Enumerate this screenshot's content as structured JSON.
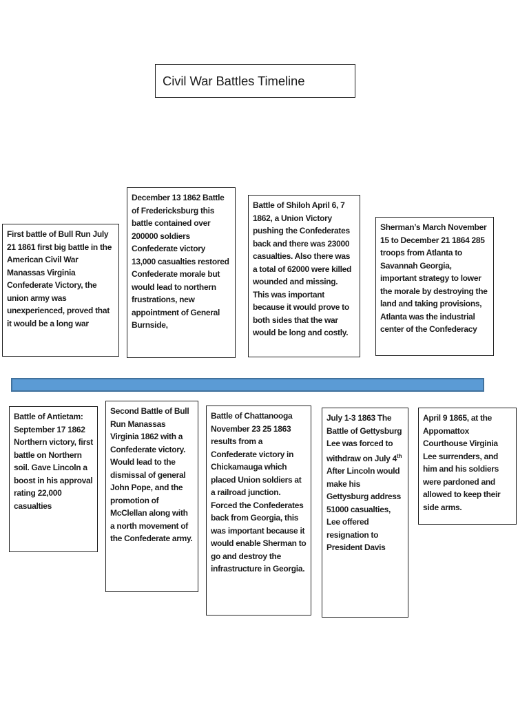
{
  "title_box": {
    "text": "Civil War Battles Timeline"
  },
  "timeline": {
    "bar_color": "#5b9bd5",
    "bar_border_color": "#41719c"
  },
  "colors": {
    "box_border": "#1f1f1f",
    "text": "#1c1c1c",
    "page_background": "#ffffff"
  },
  "events_above": [
    {
      "id": "first-bull-run",
      "text": "First battle of Bull Run July 21 1861 first big battle in the American Civil War Manassas Virginia Confederate Victory, the union army was unexperienced, proved that it would be a long war"
    },
    {
      "id": "fredericksburg",
      "text": "December 13 1862 Battle of Fredericksburg this battle contained over 200000 soldiers Confederate victory 13,000 casualties restored Confederate morale but would lead to northern frustrations, new appointment of General Burnside,"
    },
    {
      "id": "shiloh",
      "text": "Battle of Shiloh April 6, 7 1862, a Union Victory pushing the Confederates back and there was 23000 casualties. Also there was a total of 62000 were killed wounded and missing. This was important because it would prove to both sides that the war would be long and costly."
    },
    {
      "id": "shermans-march",
      "text": "Sherman’s March November 15 to December 21 1864 285 troops from Atlanta to Savannah Georgia, important strategy to lower the morale by destroying the land and taking provisions, Atlanta was the industrial center of the Confederacy"
    }
  ],
  "events_below": [
    {
      "id": "antietam",
      "text": "Battle of Antietam: September 17 1862 Northern victory, first battle on Northern soil. Gave Lincoln a boost in his approval rating 22,000 casualties"
    },
    {
      "id": "second-bull-run",
      "text": "Second Battle of Bull Run Manassas Virginia 1862 with a Confederate victory. Would lead to the dismissal of general John Pope, and the promotion of McClellan along with a north movement of the Confederate army."
    },
    {
      "id": "chattanooga",
      "text": "Battle of Chattanooga November 23 25 1863 results from a Confederate victory in Chickamauga which placed Union soldiers at a railroad junction. Forced the Confederates back from Georgia, this was important because it would enable Sherman to go and destroy the infrastructure in Georgia."
    },
    {
      "id": "gettysburg",
      "text_pre": "July 1-3 1863 The Battle of Gettysburg Lee was forced to withdraw on July 4",
      "sup": "th",
      "text_post": " After Lincoln would make his Gettysburg address 51000 casualties, Lee offered resignation to President Davis"
    },
    {
      "id": "appomattox",
      "text": "April 9 1865, at the Appomattox Courthouse Virginia Lee surrenders, and him and his soldiers were pardoned and allowed to keep their side arms."
    }
  ]
}
